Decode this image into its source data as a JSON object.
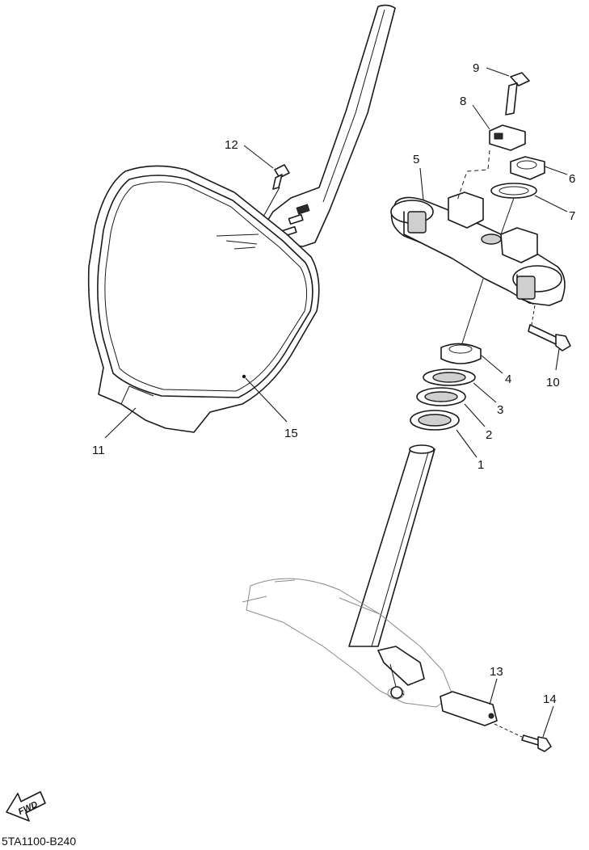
{
  "diagram_code": "5TA1100-B240",
  "fwd_label": "FWD",
  "callouts": {
    "c1": "1",
    "c2": "2",
    "c3": "3",
    "c4": "4",
    "c5": "5",
    "c6": "6",
    "c7": "7",
    "c8": "8",
    "c9": "9",
    "c10": "10",
    "c11": "11",
    "c12": "12",
    "c13": "13",
    "c14": "14",
    "c15": "15"
  }
}
